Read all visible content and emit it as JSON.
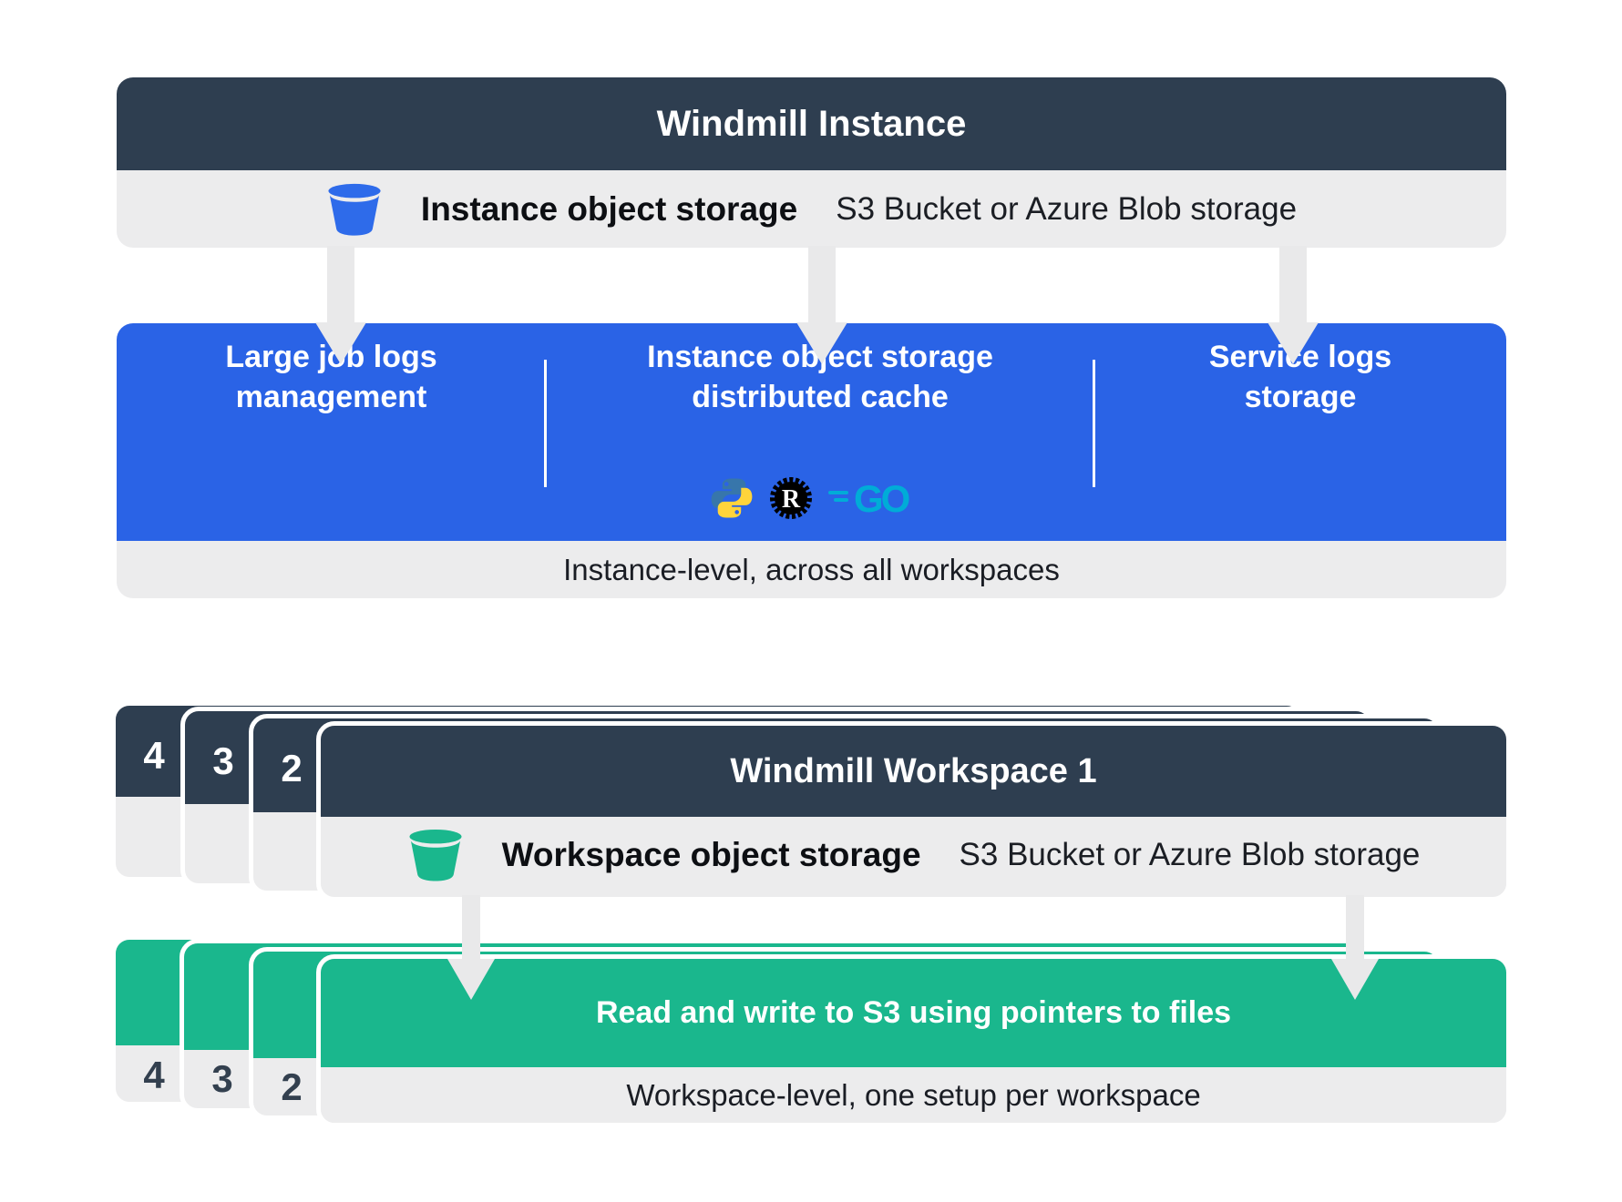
{
  "colors": {
    "slate": "#2e3e50",
    "blue": "#2a63e6",
    "green": "#1ab78d",
    "row_gray": "#ececed",
    "arrow_gray": "#e9e9ea",
    "bucket_blue": "#2e6bea",
    "bucket_green": "#1ab78d",
    "python_blue": "#3776ab",
    "python_yellow": "#ffd43b",
    "rust_black": "#000000",
    "go_cyan": "#00acd7"
  },
  "instance": {
    "title": "Windmill Instance",
    "storage_label": "Instance object storage",
    "storage_detail": "S3 Bucket or Azure Blob storage",
    "features": [
      {
        "lines": [
          "Large job logs",
          "management"
        ]
      },
      {
        "lines": [
          "Instance object storage",
          "distributed cache"
        ]
      },
      {
        "lines": [
          "Service logs",
          "storage"
        ]
      }
    ],
    "languages": [
      "python",
      "rust",
      "go"
    ],
    "footer": "Instance-level, across all workspaces"
  },
  "workspace": {
    "stack_labels": [
      "4",
      "3",
      "2"
    ],
    "title": "Windmill Workspace 1",
    "storage_label": "Workspace object storage",
    "storage_detail": "S3 Bucket or Azure Blob storage",
    "action": "Read and write to S3 using pointers to files",
    "footer": "Workspace-level, one setup per workspace"
  },
  "icons": {
    "go_text": "GO",
    "rust_letter": "R"
  }
}
